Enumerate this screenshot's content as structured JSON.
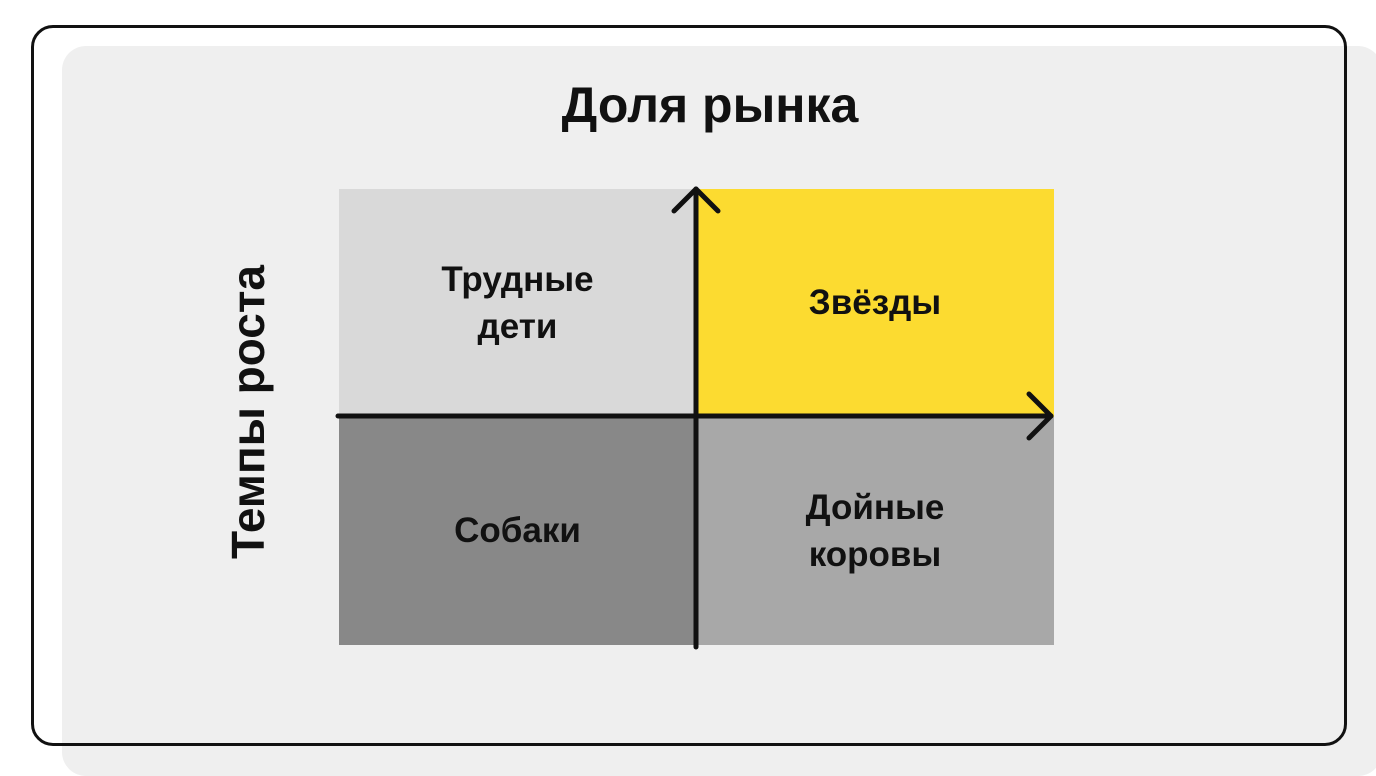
{
  "title": "Доля рынка",
  "y_axis": "Темпы роста",
  "quadrants": {
    "question_marks": {
      "line1": "Трудные",
      "line2": "дети",
      "color": "#d9d9d9"
    },
    "stars": {
      "line1": "Звёзды",
      "color": "#fcdb30"
    },
    "dogs": {
      "line1": "Собаки",
      "color": "#888888"
    },
    "cash_cows": {
      "line1": "Дойные",
      "line2": "коровы",
      "color": "#a8a8a8"
    }
  }
}
